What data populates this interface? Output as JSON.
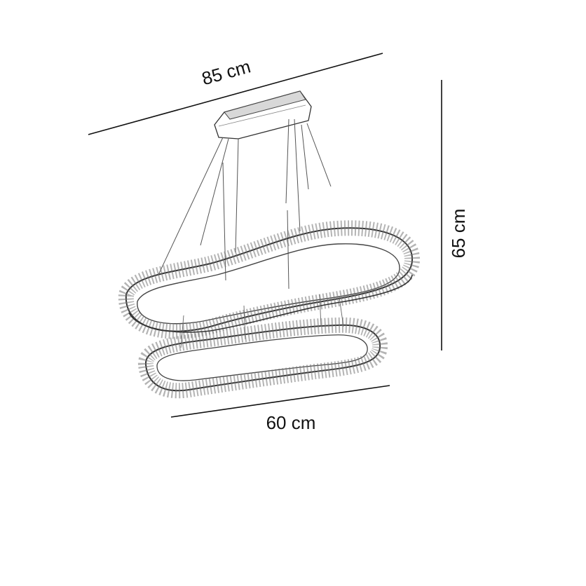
{
  "dimensions": {
    "width_top": "85 cm",
    "height": "65 cm",
    "width_bottom": "60 cm"
  },
  "product": {
    "icon": "crystal-chandelier-illustration",
    "rings": 2
  },
  "colors": {
    "line": "#111111",
    "crystal": "#555555",
    "background": "#ffffff"
  }
}
